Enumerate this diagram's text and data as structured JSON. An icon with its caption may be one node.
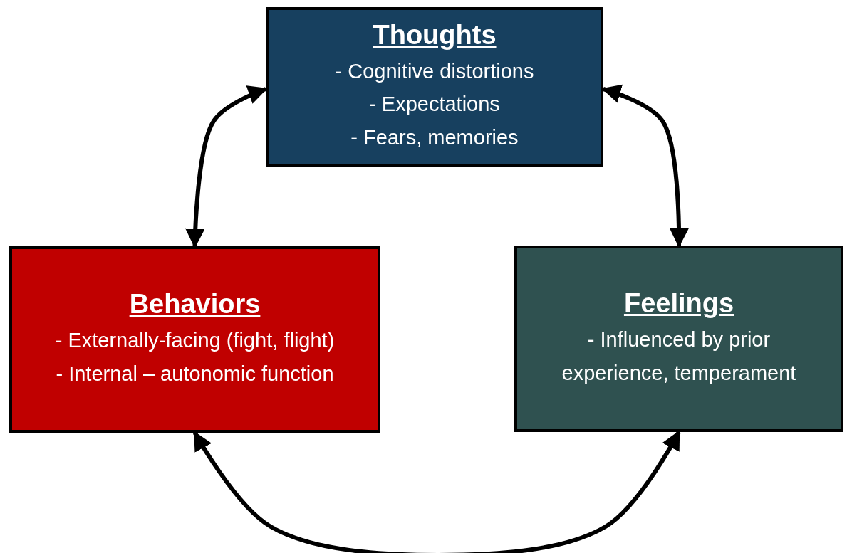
{
  "diagram": {
    "nodes": [
      {
        "text": [
          "Thoughts",
          "- Cognitive distortions",
          "- Expectations",
          "- Fears, memories"
        ]
      },
      {
        "text": [
          "Behaviors",
          "- Externally-facing (fight, flight)",
          "- Internal – autonomic function"
        ]
      },
      {
        "text": [
          "Feelings",
          "- Influenced by prior experience, temperament"
        ]
      }
    ],
    "edges": [
      {
        "from": 0,
        "to": 1,
        "arrow": "both"
      },
      {
        "from": 0,
        "to": 2,
        "arrow": "both"
      },
      {
        "from": 1,
        "to": 2,
        "arrow": "both"
      }
    ]
  }
}
